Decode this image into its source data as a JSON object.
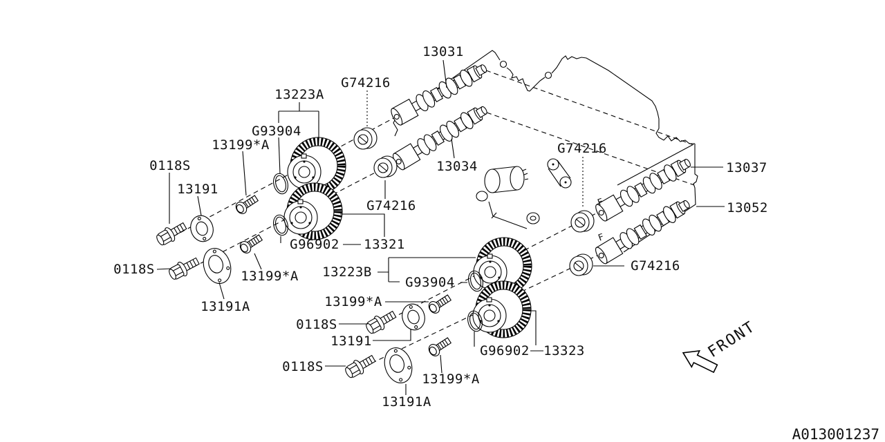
{
  "document": {
    "code": "A013001237",
    "front": "FRONT",
    "f_mark": "F"
  },
  "colors": {
    "line": "#000000",
    "background": "#ffffff"
  },
  "labels": {
    "camshaft_13031": "13031",
    "camshaft_13034": "13034",
    "camshaft_13037": "13037",
    "camshaft_13052": "13052",
    "sprocket_set_a": "13223A",
    "sprocket_set_b": "13223B",
    "sprocket_13321": "13321",
    "sprocket_13323": "13323",
    "oring_g93904_1": "G93904",
    "oring_g93904_2": "G93904",
    "oring_g96902_1": "G96902",
    "oring_g96902_2": "G96902",
    "seal_g74216_1": "G74216",
    "seal_g74216_2": "G74216",
    "seal_g74216_3": "G74216",
    "seal_g74216_4": "G74216",
    "bolt_13199_1": "13199*A",
    "bolt_13199_2": "13199*A",
    "bolt_13199_3": "13199*A",
    "bolt_13199_4": "13199*A",
    "plug_0118s_1": "0118S",
    "plug_0118s_2": "0118S",
    "plug_0118s_3": "0118S",
    "plug_0118s_4": "0118S",
    "plate_13191_1": "13191",
    "plate_13191_2": "13191",
    "cover_13191a_1": "13191A",
    "cover_13191a_2": "13191A"
  }
}
